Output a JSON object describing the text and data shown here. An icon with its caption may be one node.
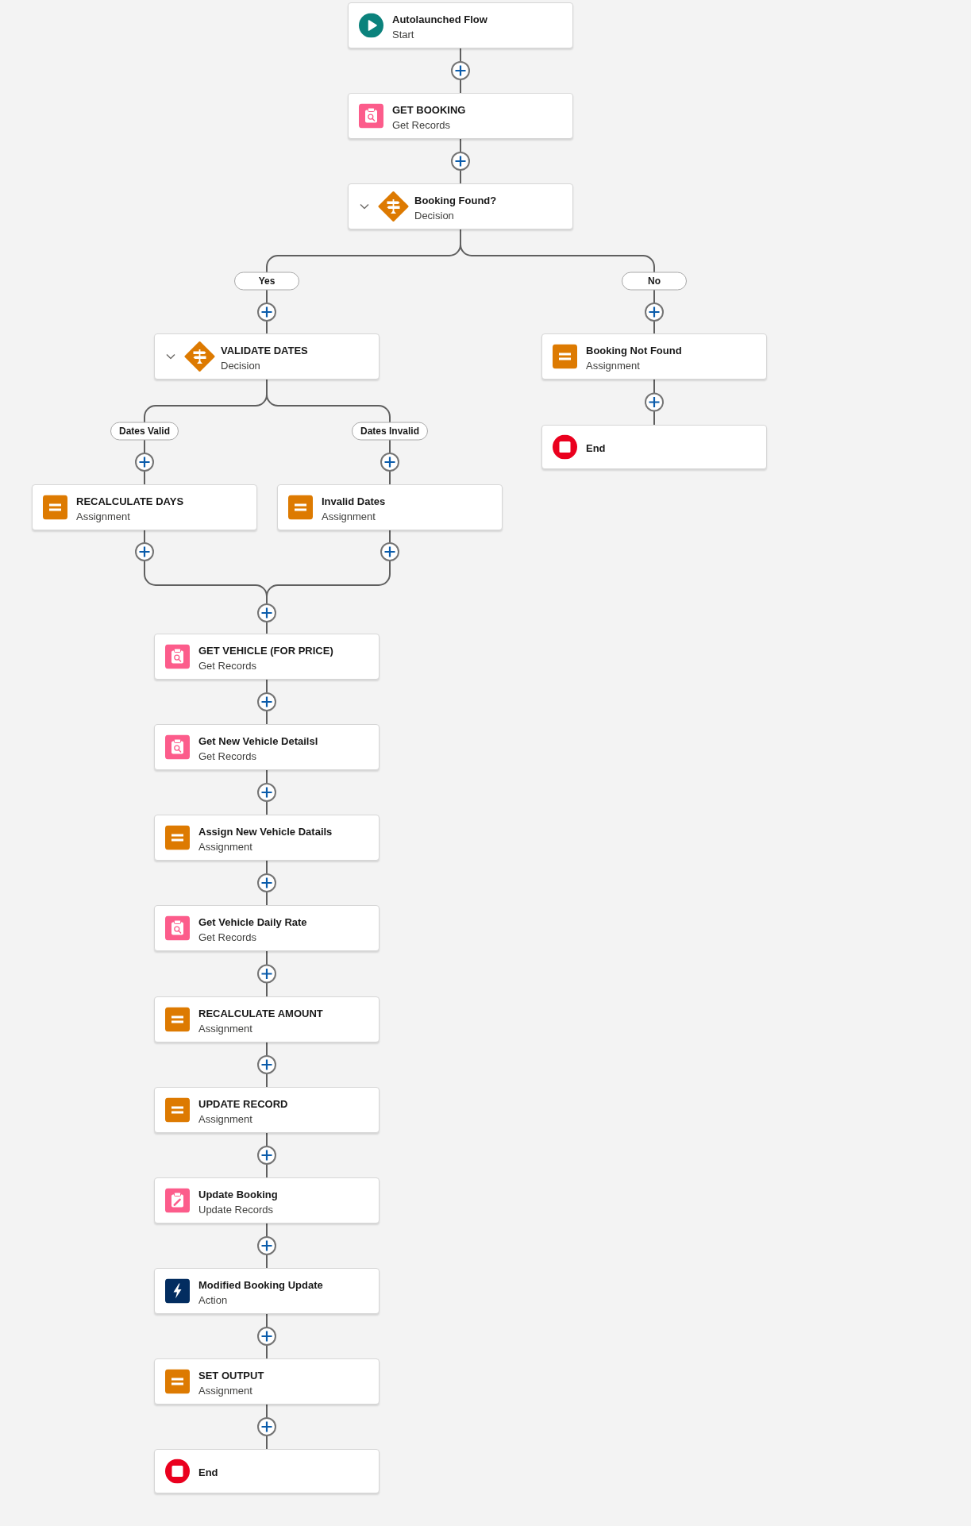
{
  "diagram": {
    "nodes": [
      {
        "text": [
          "Autolaunched Flow",
          "Start"
        ]
      },
      {
        "text": [
          "GET BOOKING",
          "Get Records"
        ]
      },
      {
        "text": [
          "Booking Found?",
          "Decision"
        ]
      },
      {
        "text": [
          "VALIDATE DATES",
          "Decision"
        ]
      },
      {
        "text": [
          "Booking Not Found",
          "Assignment"
        ]
      },
      {
        "text": [
          "End"
        ]
      },
      {
        "text": [
          "RECALCULATE DAYS",
          "Assignment"
        ]
      },
      {
        "text": [
          "Invalid Dates",
          "Assignment"
        ]
      },
      {
        "text": [
          "GET VEHICLE (FOR PRICE)",
          "Get Records"
        ]
      },
      {
        "text": [
          "Get New Vehicle Detailsl",
          "Get Records"
        ]
      },
      {
        "text": [
          "Assign New Vehicle Datails",
          "Assignment"
        ]
      },
      {
        "text": [
          "Get Vehicle Daily Rate",
          "Get Records"
        ]
      },
      {
        "text": [
          "RECALCULATE AMOUNT",
          "Assignment"
        ]
      },
      {
        "text": [
          "UPDATE RECORD",
          "Assignment"
        ]
      },
      {
        "text": [
          "Update Booking",
          "Update Records"
        ]
      },
      {
        "text": [
          "Modified Booking Update",
          "Action"
        ]
      },
      {
        "text": [
          "SET OUTPUT",
          "Assignment"
        ]
      },
      {
        "text": [
          "End"
        ]
      }
    ],
    "edges": [
      {
        "from": 0,
        "to": 1,
        "arrow": "none"
      },
      {
        "from": 1,
        "to": 2,
        "arrow": "none"
      },
      {
        "from": 2,
        "to": 3,
        "arrow": "none",
        "label": "Yes"
      },
      {
        "from": 2,
        "to": 4,
        "arrow": "none",
        "label": "No"
      },
      {
        "from": 4,
        "to": 5,
        "arrow": "none"
      },
      {
        "from": 3,
        "to": 6,
        "arrow": "none",
        "label": "Dates Valid"
      },
      {
        "from": 3,
        "to": 7,
        "arrow": "none",
        "label": "Dates Invalid"
      },
      {
        "from": 6,
        "to": 8,
        "arrow": "none"
      },
      {
        "from": 7,
        "to": 8,
        "arrow": "none"
      },
      {
        "from": 8,
        "to": 9,
        "arrow": "none"
      },
      {
        "from": 9,
        "to": 10,
        "arrow": "none"
      },
      {
        "from": 10,
        "to": 11,
        "arrow": "none"
      },
      {
        "from": 11,
        "to": 12,
        "arrow": "none"
      },
      {
        "from": 12,
        "to": 13,
        "arrow": "none"
      },
      {
        "from": 13,
        "to": 14,
        "arrow": "none"
      },
      {
        "from": 14,
        "to": 15,
        "arrow": "none"
      },
      {
        "from": 15,
        "to": 16,
        "arrow": "none"
      },
      {
        "from": 16,
        "to": 17,
        "arrow": "none"
      }
    ]
  }
}
